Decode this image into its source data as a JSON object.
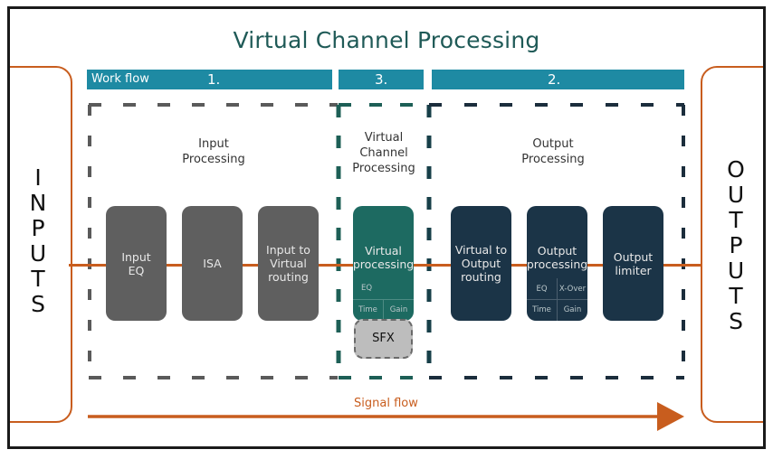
{
  "title": "Virtual Channel Processing",
  "workflow": {
    "label": "Work flow",
    "steps": [
      "1.",
      "3.",
      "2."
    ]
  },
  "inputs_label": [
    "I",
    "N",
    "P",
    "U",
    "T",
    "S"
  ],
  "outputs_label": [
    "O",
    "U",
    "T",
    "P",
    "U",
    "T",
    "S"
  ],
  "sections": {
    "input": "Input\nProcessing",
    "virtual": "Virtual\nChannel\nProcessing",
    "output": "Output\nProcessing"
  },
  "blocks": {
    "input_eq": "Input\nEQ",
    "isa": "ISA",
    "input_to_virtual": "Input to\nVirtual\nrouting",
    "virtual_processing": "Virtual\nprocessing",
    "virtual_to_output": "Virtual to\nOutput\nrouting",
    "output_processing": "Output\nprocessing",
    "output_limiter": "Output\nlimiter",
    "sfx": "SFX"
  },
  "virtual_sub": {
    "eq": "EQ",
    "time": "Time",
    "gain": "Gain"
  },
  "output_sub": {
    "eq": "EQ",
    "xover": "X-Over",
    "time": "Time",
    "gain": "Gain"
  },
  "signal_flow_label": "Signal flow",
  "colors": {
    "accent_orange": "#c85d1e",
    "workflow_blue": "#1e8aa3",
    "input_grey": "#5f5f5f",
    "virtual_teal": "#1d6a61",
    "output_navy": "#1b3447"
  }
}
